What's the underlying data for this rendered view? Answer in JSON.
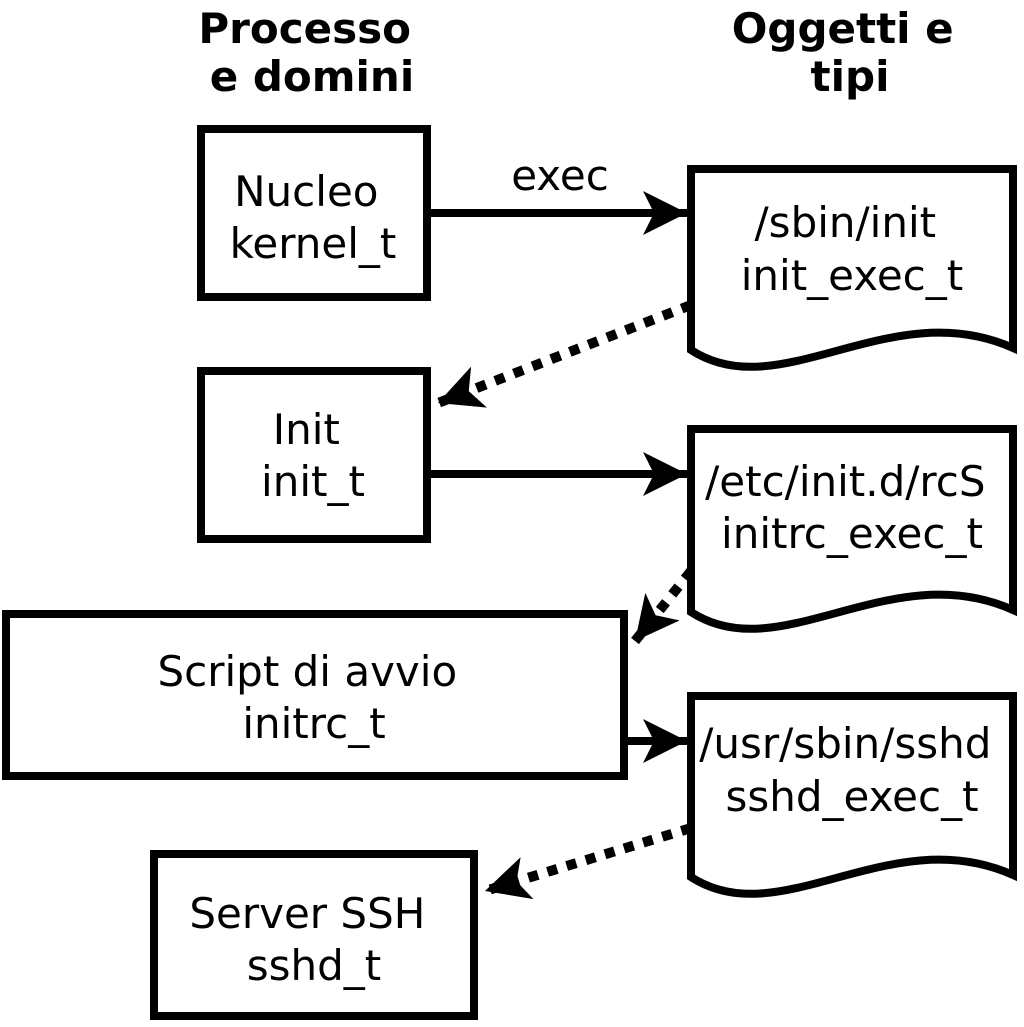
{
  "diagram": {
    "headers": {
      "left": {
        "line1": "Processo",
        "line2": "e domini"
      },
      "right": {
        "line1": "Oggetti e",
        "line2": "tipi"
      }
    },
    "processes": [
      {
        "name": "Nucleo",
        "type": "kernel_t"
      },
      {
        "name": "Init",
        "type": "init_t"
      },
      {
        "name": "Script di avvio",
        "type": "initrc_t"
      },
      {
        "name": "Server SSH",
        "type": "sshd_t"
      }
    ],
    "objects": [
      {
        "path": "/sbin/init",
        "type": "init_exec_t"
      },
      {
        "path": "/etc/init.d/rcS",
        "type": "initrc_exec_t"
      },
      {
        "path": "/usr/sbin/sshd",
        "type": "sshd_exec_t"
      }
    ],
    "edges": [
      {
        "from": "Nucleo (kernel_t)",
        "to": "/sbin/init (init_exec_t)",
        "style": "solid",
        "label": "exec"
      },
      {
        "from": "/sbin/init (init_exec_t)",
        "to": "Init (init_t)",
        "style": "dotted"
      },
      {
        "from": "Init (init_t)",
        "to": "/etc/init.d/rcS (initrc_exec_t)",
        "style": "solid"
      },
      {
        "from": "/etc/init.d/rcS (initrc_exec_t)",
        "to": "Script di avvio (initrc_t)",
        "style": "dotted"
      },
      {
        "from": "Script di avvio (initrc_t)",
        "to": "/usr/sbin/sshd (sshd_exec_t)",
        "style": "solid"
      },
      {
        "from": "/usr/sbin/sshd (sshd_exec_t)",
        "to": "Server SSH (sshd_t)",
        "style": "dotted"
      }
    ],
    "colors": {
      "stroke": "#000000",
      "fill": "#ffffff",
      "text": "#000000",
      "background": "#ffffff"
    }
  }
}
